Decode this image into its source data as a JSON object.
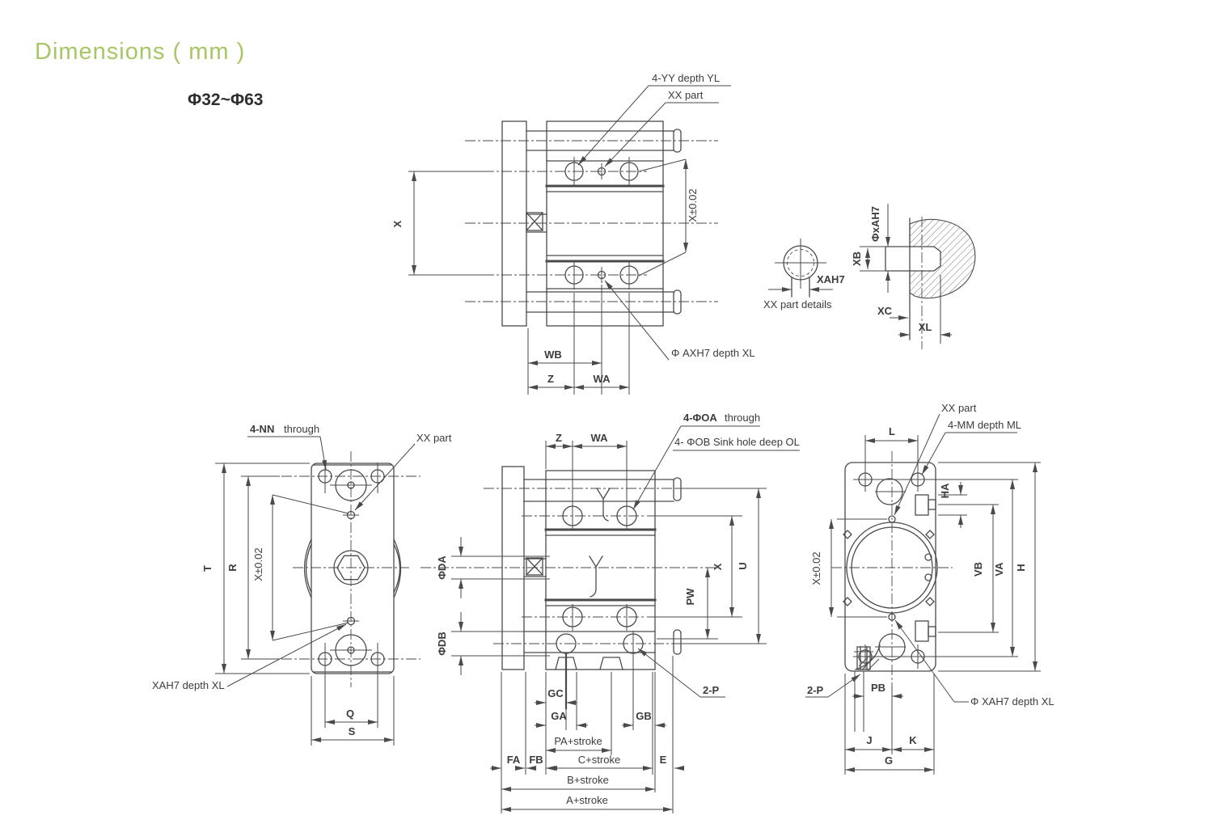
{
  "page": {
    "title": "Dimensions ( mm )",
    "subtitle": "Φ32~Φ63"
  },
  "colors": {
    "accent": "#a6c763",
    "line": "#4a4a4a",
    "text": "#3c3c3c"
  },
  "top_view": {
    "yy": "4-YY depth YL",
    "xx_part": "XX part",
    "x_tol": "X±0.02",
    "x": "X",
    "wb": "WB",
    "z": "Z",
    "wa": "WA",
    "axh7": "Φ AXH7 depth XL"
  },
  "detail_view": {
    "phi_xah7": "ΦxAH7",
    "xb": "XB",
    "xah7": "XAH7",
    "caption": "XX part details",
    "xc": "XC",
    "xl": "XL"
  },
  "plan_view": {
    "nn": "4-NN",
    "nn_through": "through",
    "xx_part": "XX part",
    "t": "T",
    "r": "R",
    "x_tol": "X±0.02",
    "xah7": "XAH7 depth XL",
    "q": "Q",
    "s": "S"
  },
  "front_view": {
    "z": "Z",
    "wa": "WA",
    "oa": "4-ΦOA",
    "oa_through": "through",
    "ob": "4- ΦOB Sink hole deep OL",
    "da": "ΦDA",
    "db": "ΦDB",
    "pw": "PW",
    "x": "X",
    "u": "U",
    "gc": "GC",
    "ga": "GA",
    "gb": "GB",
    "pa": "PA+stroke",
    "fa": "FA",
    "fb": "FB",
    "c": "C+stroke",
    "e": "E",
    "b": "B+stroke",
    "a": "A+stroke",
    "p": "2-P"
  },
  "end_view": {
    "xx_part": "XX part",
    "l": "L",
    "mm": "4-MM depth ML",
    "ha": "HA",
    "x_tol": "X±0.02",
    "vb": "VB",
    "va": "VA",
    "h": "H",
    "p": "2-P",
    "pb": "PB",
    "xah7": "Φ XAH7 depth XL",
    "j": "J",
    "k": "K",
    "g": "G"
  }
}
